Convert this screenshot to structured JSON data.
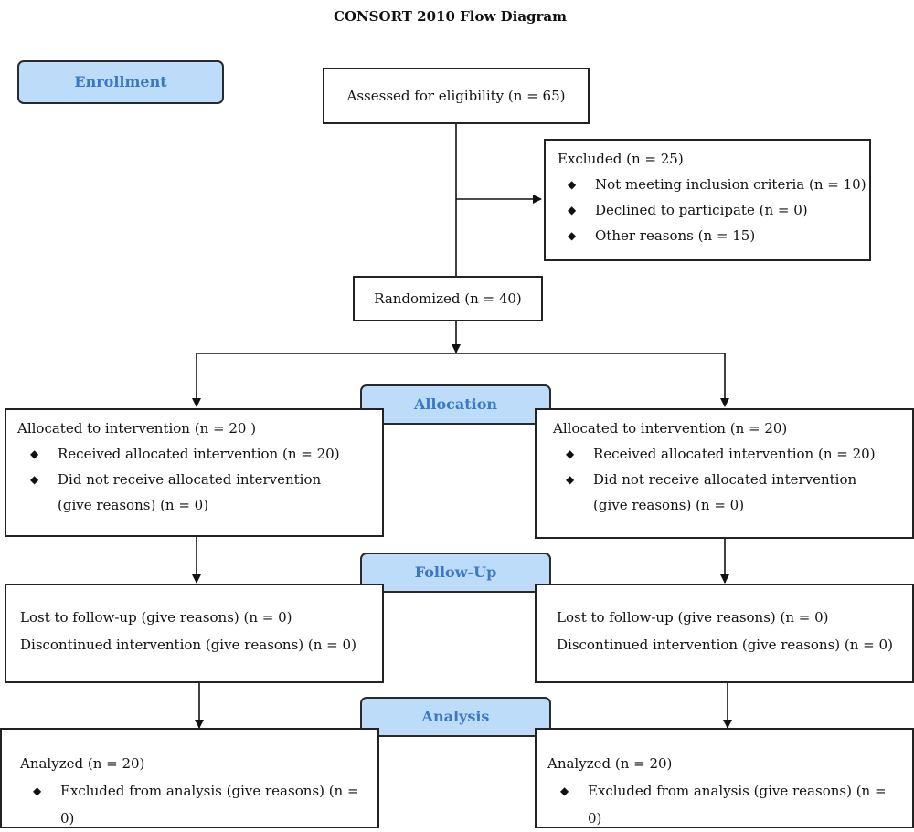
{
  "title": "CONSORT 2010 Flow Diagram",
  "stages": {
    "enrollment": "Enrollment",
    "allocation": "Allocation",
    "followup": "Follow-Up",
    "analysis": "Analysis"
  },
  "assessed": "Assessed for eligibility (n = 65)",
  "excluded": {
    "title": "Excluded (n = 25)",
    "items": [
      "Not meeting inclusion criteria (n = 10)",
      "Declined to participate (n = 0)",
      "Other reasons (n = 15)"
    ]
  },
  "randomized": "Randomized (n = 40)",
  "left": {
    "allocated": "Allocated to intervention (n = 20 )",
    "received": "Received allocated intervention (n = 20)",
    "not_received": "Did not receive allocated intervention (give reasons) (n = 0)",
    "lost": "Lost to follow-up (give reasons) (n = 0)",
    "discontinued": "Discontinued intervention (give reasons) (n = 0)",
    "analyzed": "Analyzed (n = 20)",
    "excluded_analysis": "Excluded from analysis (give reasons) (n = 0)"
  },
  "right": {
    "allocated": "Allocated to intervention (n = 20)",
    "received": "Received allocated intervention (n = 20)",
    "not_received": "Did not receive allocated intervention (give reasons) (n = 0)",
    "lost": "Lost to follow-up (give reasons) (n = 0)",
    "discontinued": "Discontinued intervention (give reasons) (n = 0)",
    "analyzed": "Analyzed (n = 20)",
    "excluded_analysis": "Excluded from analysis (give reasons) (n = 0)"
  },
  "bullet_icon": "diamond-bullet-icon"
}
